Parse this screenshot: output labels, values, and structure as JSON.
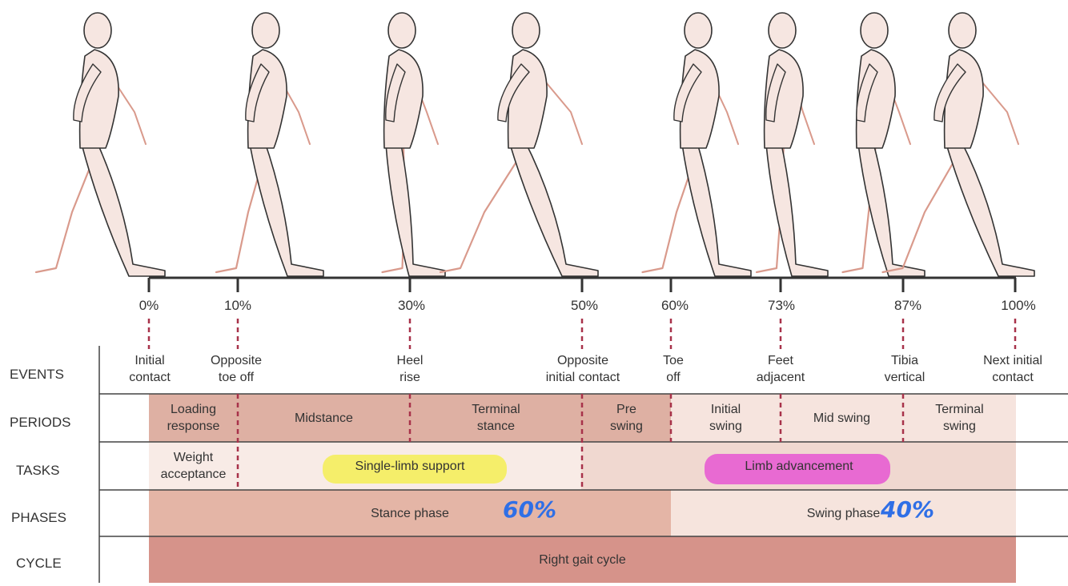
{
  "colors": {
    "figure_fill": "#f6e6e1",
    "figure_stroke": "#333333",
    "ghost_stroke": "#d99a8c",
    "periods_dark": "#deb0a3",
    "periods_light": "#f6e4de",
    "tasks_bg": "#f8ebe6",
    "tasks_dark": "#f0d8d0",
    "phases_stance": "#e4b5a6",
    "phases_swing": "#f6e4dd",
    "cycle": "#d6938a",
    "dashed": "#a8324a",
    "highlight_yellow": "#f5ee6a",
    "highlight_pink": "#e86ad2",
    "handwriting": "#2f6fe6"
  },
  "timeline": {
    "percent_labels": [
      "0%",
      "10%",
      "30%",
      "50%",
      "60%",
      "73%",
      "87%",
      "100%"
    ]
  },
  "row_labels": {
    "events": "EVENTS",
    "periods": "PERIODS",
    "tasks": "TASKS",
    "phases": "PHASES",
    "cycle": "CYCLE"
  },
  "events": [
    "Initial\ncontact",
    "Opposite\ntoe off",
    "Heel\nrise",
    "Opposite\ninitial contact",
    "Toe\noff",
    "Feet\nadjacent",
    "Tibia\nvertical",
    "Next initial\ncontact"
  ],
  "periods": [
    "Loading\nresponse",
    "Midstance",
    "Terminal\nstance",
    "Pre\nswing",
    "Initial\nswing",
    "Mid swing",
    "Terminal\nswing"
  ],
  "tasks": {
    "weight_acceptance": "Weight\nacceptance",
    "single_limb_support": "Single-limb support",
    "limb_advancement": "Limb advancement"
  },
  "phases": {
    "stance": "Stance phase",
    "swing": "Swing phase"
  },
  "cycle": {
    "label": "Right gait cycle"
  },
  "annotations": {
    "stance_percent": "60%",
    "swing_percent": "40%"
  }
}
